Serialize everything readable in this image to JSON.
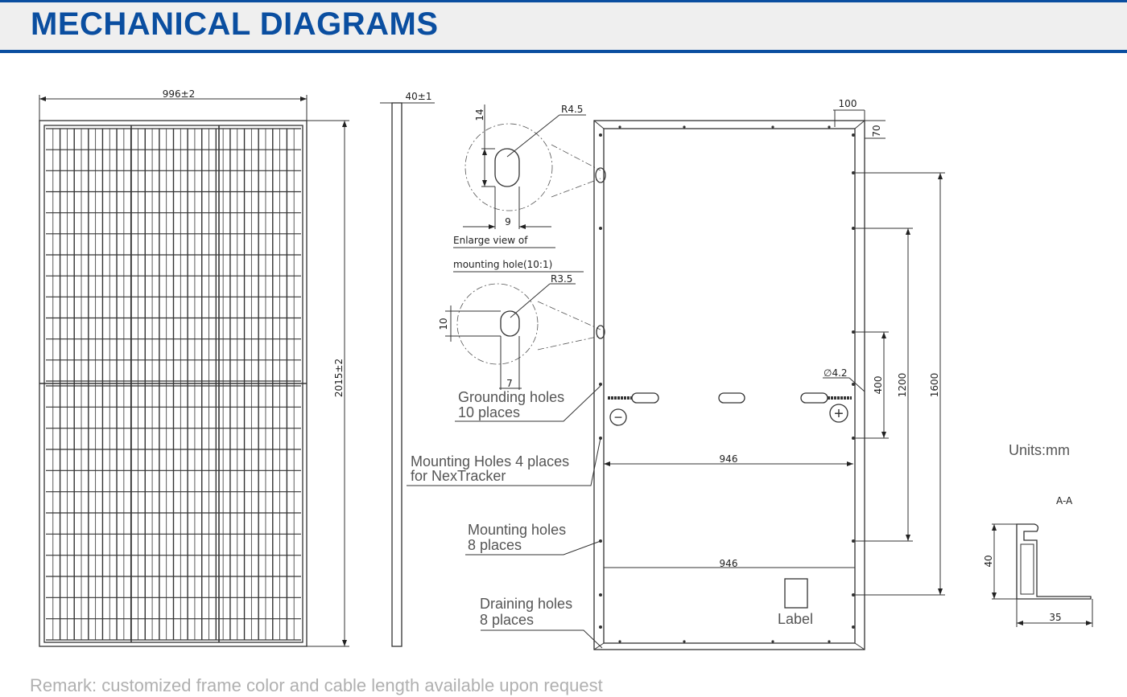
{
  "header": {
    "title": "MECHANICAL DIAGRAMS"
  },
  "front_view": {
    "width_dim": "996±2",
    "height_dim": "2015±2"
  },
  "side_view": {
    "thickness_dim": "40±1"
  },
  "enlarge_view": {
    "hole1": {
      "height": "14",
      "width": "9",
      "radius": "R4.5"
    },
    "hole2": {
      "height": "10",
      "width": "7",
      "radius": "R3.5"
    },
    "caption_line1": "Enlarge view of",
    "caption_line2": "mounting hole(10:1)"
  },
  "back_view": {
    "top_dim": "100",
    "corner_dim": "70",
    "hole_diameter": "∅4.2",
    "dim_400": "400",
    "dim_1200": "1200",
    "dim_1600": "1600",
    "dim_946_a": "946",
    "dim_946_b": "946",
    "label_text": "Label",
    "minus_symbol": "−",
    "plus_symbol": "+"
  },
  "callouts": {
    "grounding_1": "Grounding holes",
    "grounding_2": "10 places",
    "nextracker_1": "Mounting Holes 4 places",
    "nextracker_2": "for NexTracker",
    "mounting_1": "Mounting holes",
    "mounting_2": "8 places",
    "draining_1": "Draining holes",
    "draining_2": "8 places"
  },
  "units": "Units:mm",
  "section": {
    "title": "A-A",
    "height_dim": "40",
    "width_dim": "35"
  },
  "remark": "Remark: customized frame color and cable length available upon request"
}
